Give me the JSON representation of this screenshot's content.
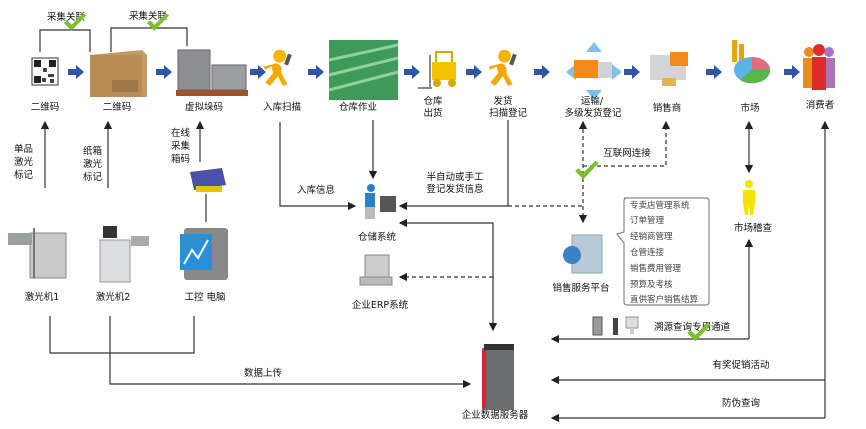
{
  "top_flow": {
    "qr_single": "二维码",
    "qr_box": "二维码",
    "virtual_pallet": "虚拟垛码",
    "inbound_scan": "入库扫描",
    "warehouse_ops": "仓库作业",
    "warehouse_out_1": "仓库",
    "warehouse_out_2": "出货",
    "ship_scan_1": "发货",
    "ship_scan_2": "扫描登记",
    "transport_1": "运输/",
    "transport_2": "多级发货登记",
    "dealer": "销售商",
    "market": "市场",
    "consumer": "消费者"
  },
  "associations": {
    "assoc1": "采集关联",
    "assoc2": "采集关联"
  },
  "marking": {
    "single_1": "单品",
    "single_2": "激光",
    "single_3": "标记",
    "carton_1": "纸箱",
    "carton_2": "激光",
    "carton_3": "标记",
    "online_1": "在线",
    "online_2": "采集",
    "online_3": "箱码"
  },
  "devices": {
    "laser1": "激光机1",
    "laser2": "激光机2",
    "ipc": "工控 电脑"
  },
  "flows": {
    "inbound_info": "入库信息",
    "ship_info_1": "半自动或手工",
    "ship_info_2": "登记发货信息",
    "internet": "互联网连接",
    "data_upload": "数据上传",
    "trace_channel": "溯源查询专用通道",
    "promotion": "有奖促销活动",
    "anti_fake": "防伪查询"
  },
  "systems": {
    "wms": "仓储系统",
    "erp": "企业ERP系统",
    "sales_platform": "销售服务平台",
    "market_inspect": "市场稽查",
    "data_server": "企业数据服务器"
  },
  "platform_features": [
    "专卖店管理系统",
    "订单管理",
    "经销商管理",
    "仓管连接",
    "销售费用管理",
    "预算及考核",
    "直供客户销售结算"
  ],
  "colors": {
    "arrow_blue": "#2f55a4",
    "check_green": "#7bc12b",
    "person_orange": "#f5a800"
  }
}
